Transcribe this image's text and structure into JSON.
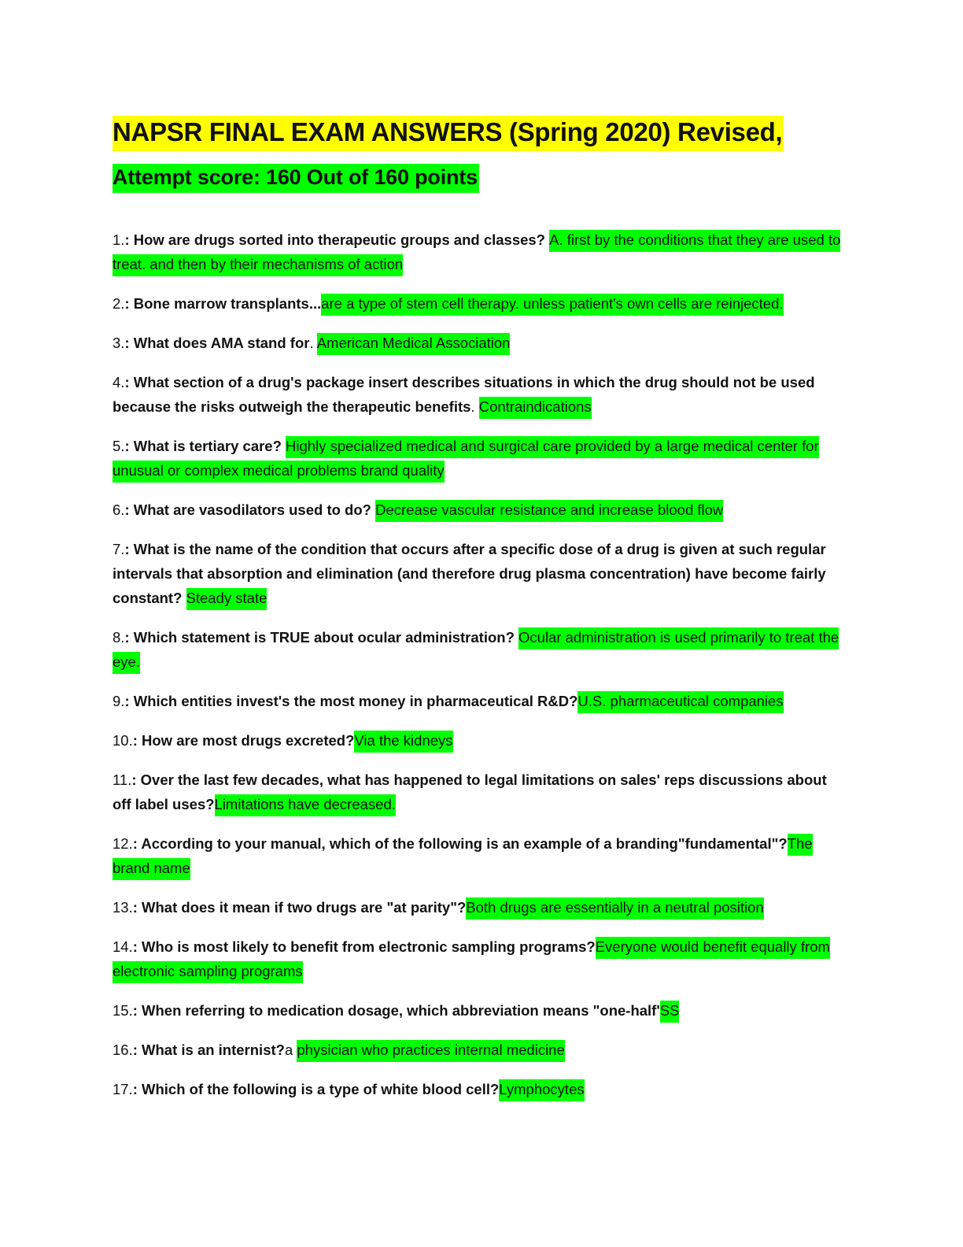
{
  "document": {
    "title": "NAPSR FINAL EXAM ANSWERS (Spring 2020) Revised,",
    "score": "Attempt score: 160 Out of 160 points",
    "items": [
      {
        "num": "1.",
        "question": ": How are drugs sorted into therapeutic groups and classes? ",
        "prefix": "",
        "answer": "A. first by the conditions that they are used to treat. and then by their mechanisms of action"
      },
      {
        "num": "2.",
        "question": ": Bone marrow transplants...",
        "prefix": "",
        "answer": "are a type of stem cell therapy. unless patient's own cells are reinjected."
      },
      {
        "num": "3.",
        "question": ": What does AMA stand for",
        "prefix": ". ",
        "answer": "American Medical Association"
      },
      {
        "num": "4.",
        "question": ": What section of a drug's package insert describes situations in which the drug should not be used because the risks outweigh the therapeutic benefits",
        "prefix": ". ",
        "answer": "Contraindications"
      },
      {
        "num": "5.",
        "question": ": What is tertiary care? ",
        "prefix": "",
        "answer": "Highly specialized medical and surgical care provided by a large medical center for unusual or complex medical problems brand quality"
      },
      {
        "num": "6.",
        "question": ": What are vasodilators used to do? ",
        "prefix": "",
        "answer": "Decrease vascular resistance and increase blood flow"
      },
      {
        "num": "7.",
        "question": ": What is the name of the condition that occurs after a specific dose of a drug is given at such regular intervals that absorption and elimination (and therefore drug plasma concentration) have become fairly constant? ",
        "prefix": "",
        "answer": "Steady state"
      },
      {
        "num": "8.",
        "question": ": Which statement is TRUE about ocular administration? ",
        "prefix": "",
        "answer": "Ocular administration is used primarily to treat the eye."
      },
      {
        "num": "9.",
        "question": ": Which entities invest's the most money in pharmaceutical R&D?",
        "prefix": "",
        "answer": "U.S. pharmaceutical companies"
      },
      {
        "num": "10.",
        "question": ": How are most drugs excreted?",
        "prefix": "",
        "answer": "Via the kidneys"
      },
      {
        "num": "11.",
        "question": ": Over the last few decades, what has happened to legal limitations on sales' reps discussions about off label uses?",
        "prefix": "",
        "answer": "Limitations have decreased."
      },
      {
        "num": "12.",
        "question": ": According to your manual, which of the following is an example of a branding\"fundamental\"?",
        "prefix": "",
        "answer": "The brand name"
      },
      {
        "num": "13.",
        "question": ": What does it mean if two drugs are \"at parity\"?",
        "prefix": "",
        "answer": "Both drugs are essentially in a neutral position"
      },
      {
        "num": "14.",
        "question": ": Who is most likely to benefit from electronic sampling programs?",
        "prefix": "",
        "answer": "Everyone would benefit equally from electronic sampling programs"
      },
      {
        "num": "15.",
        "question": ": When referring to medication dosage, which abbreviation means \"one-half'",
        "prefix": "",
        "answer": "SS"
      },
      {
        "num": "16.",
        "question": ": What is an internist?",
        "prefix": "a ",
        "answer": "physician who practices internal medicine"
      },
      {
        "num": "17.",
        "question": ": Which of the following is a type of white blood cell?",
        "prefix": "",
        "answer": "Lymphocytes"
      }
    ]
  }
}
